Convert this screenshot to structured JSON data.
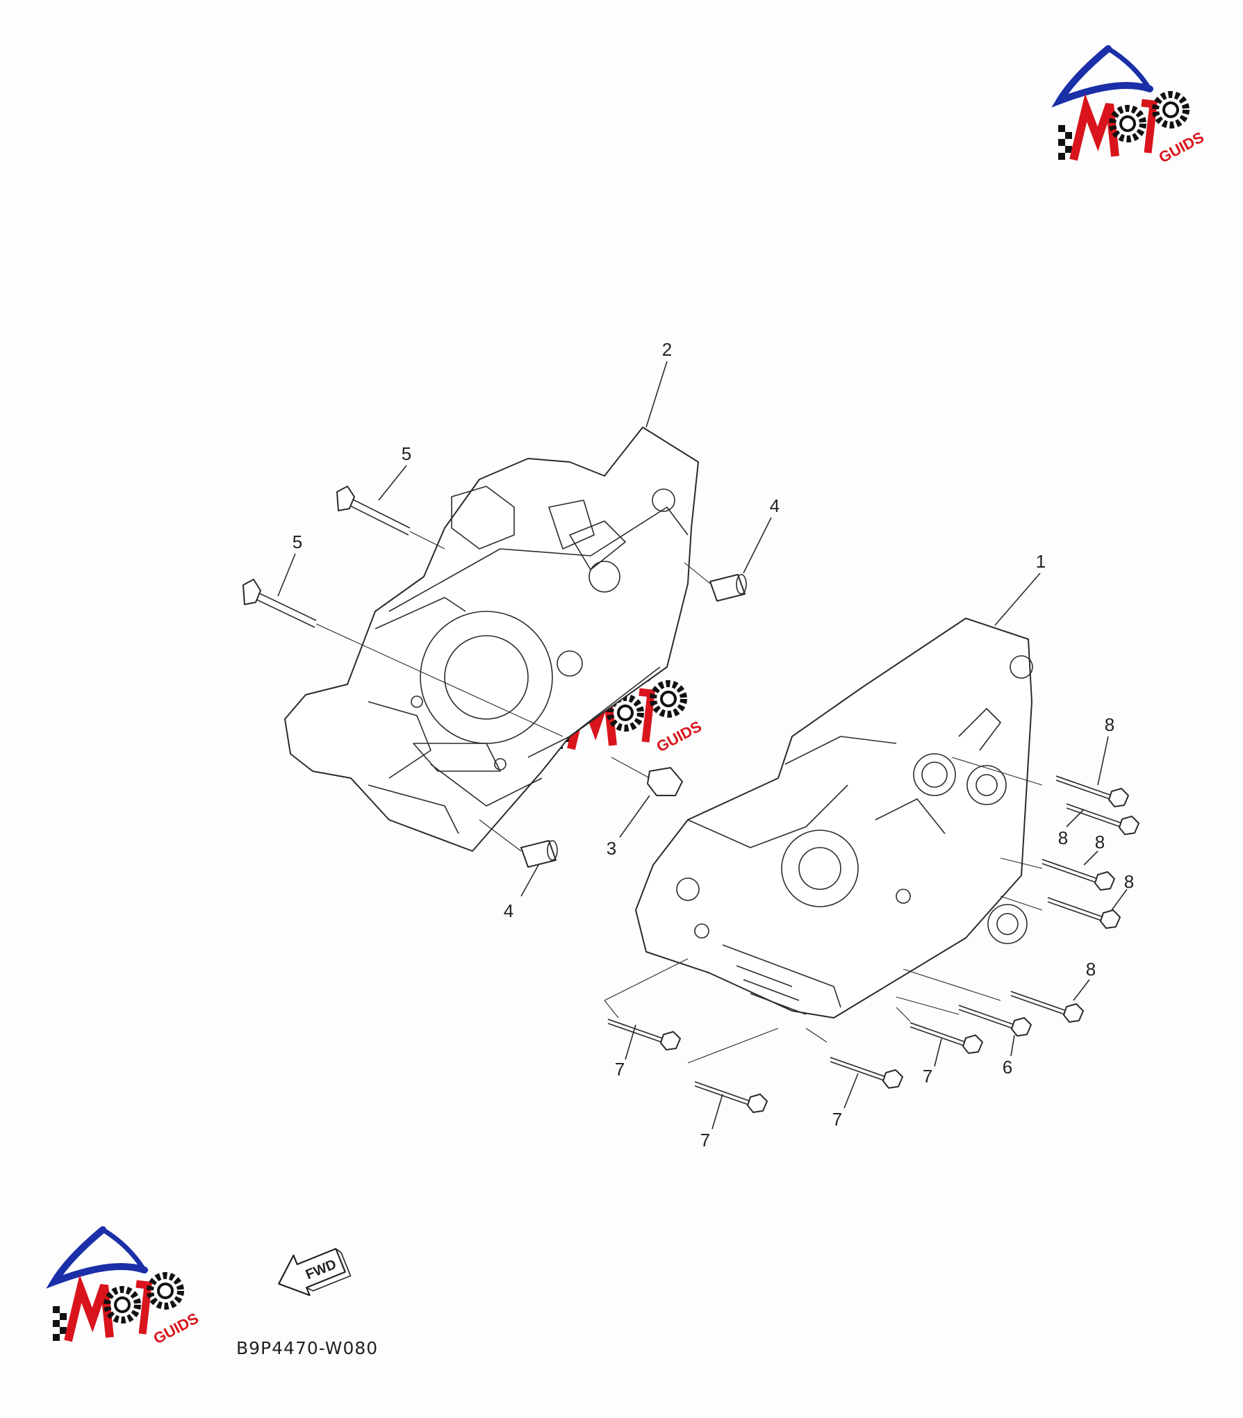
{
  "logo": {
    "text_main": "MOTO",
    "text_sub": "GUIDS",
    "colors": {
      "swoosh": "#1a2fa8",
      "accent": "#d9141c",
      "dark": "#111111"
    }
  },
  "fwd_arrow": {
    "label": "FWD"
  },
  "reference_code": "B9P4470-W080",
  "callouts": [
    "1",
    "2",
    "3",
    "4",
    "4",
    "5",
    "5",
    "6",
    "7",
    "7",
    "7",
    "7",
    "8",
    "8",
    "8",
    "8",
    "8"
  ]
}
